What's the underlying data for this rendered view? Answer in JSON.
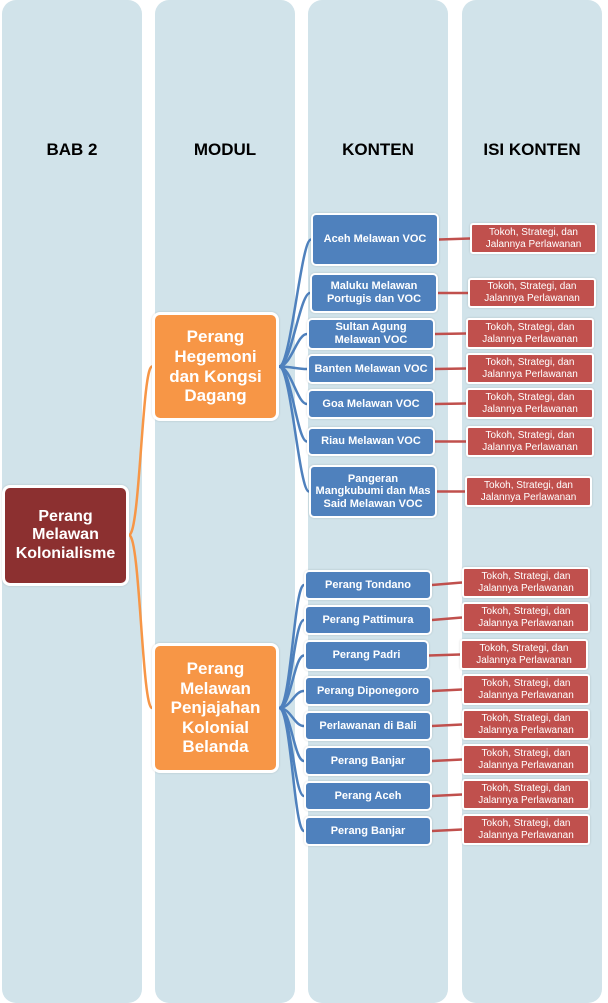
{
  "headers": [
    "BAB 2",
    "MODUL",
    "KONTEN",
    "ISI KONTEN"
  ],
  "root": "Perang Melawan Kolonialisme",
  "modules": [
    {
      "label": "Perang Hegemoni dan Kongsi Dagang",
      "contents": [
        "Aceh Melawan VOC",
        "Maluku Melawan Portugis dan VOC",
        "Sultan Agung Melawan VOC",
        "Banten Melawan VOC",
        "Goa Melawan VOC",
        "Riau Melawan VOC",
        "Pangeran Mangkubumi dan Mas Said Melawan VOC"
      ]
    },
    {
      "label": "Perang Melawan Penjajahan Kolonial Belanda",
      "contents": [
        "Perang Tondano",
        "Perang Pattimura",
        "Perang Padri",
        "Perang Diponegoro",
        "Perlawanan di Bali",
        "Perang Banjar",
        "Perang Aceh",
        "Perang Banjar"
      ]
    }
  ],
  "isi_label": "Tokoh, Strategi, dan Jalannya Perlawanan",
  "colors": {
    "root": "#8c3030",
    "module": "#f79646",
    "content": "#4f81bd",
    "isi": "#c0504d",
    "column": "#d1e3ea"
  }
}
